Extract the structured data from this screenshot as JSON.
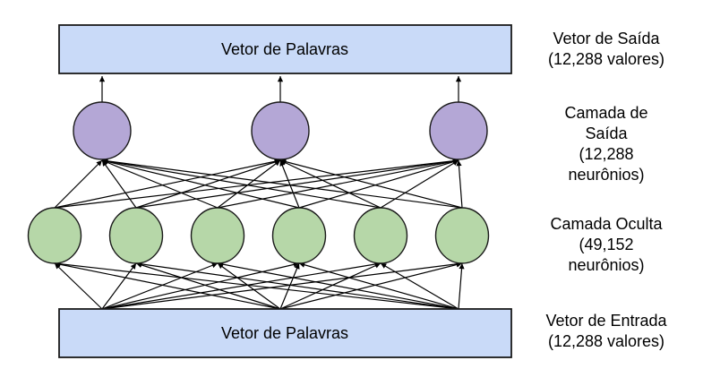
{
  "diagram": {
    "background": "#ffffff",
    "boxes": {
      "output": {
        "label": "Vetor de Palavras"
      },
      "input": {
        "label": "Vetor de Palavras"
      }
    },
    "network": {
      "output_layer": {
        "count": 3,
        "fill": "#b4a7d6"
      },
      "hidden_layer": {
        "count": 6,
        "fill": "#b6d7a8"
      },
      "box_fill": "#c9daf8",
      "node_stroke": "#1a1a1a",
      "line_color": "#000000"
    },
    "annotations": [
      {
        "id": "output-vector",
        "lines": [
          "Vetor de Saída",
          "(12,288 valores)"
        ]
      },
      {
        "id": "output-layer",
        "lines": [
          "Camada de",
          "Saída",
          "(12,288",
          "neurônios)"
        ]
      },
      {
        "id": "hidden-layer",
        "lines": [
          "Camada Oculta",
          "(49,152",
          "neurônios)"
        ]
      },
      {
        "id": "input-vector",
        "lines": [
          "Vetor de Entrada",
          "(12,288 valores)"
        ]
      }
    ]
  }
}
